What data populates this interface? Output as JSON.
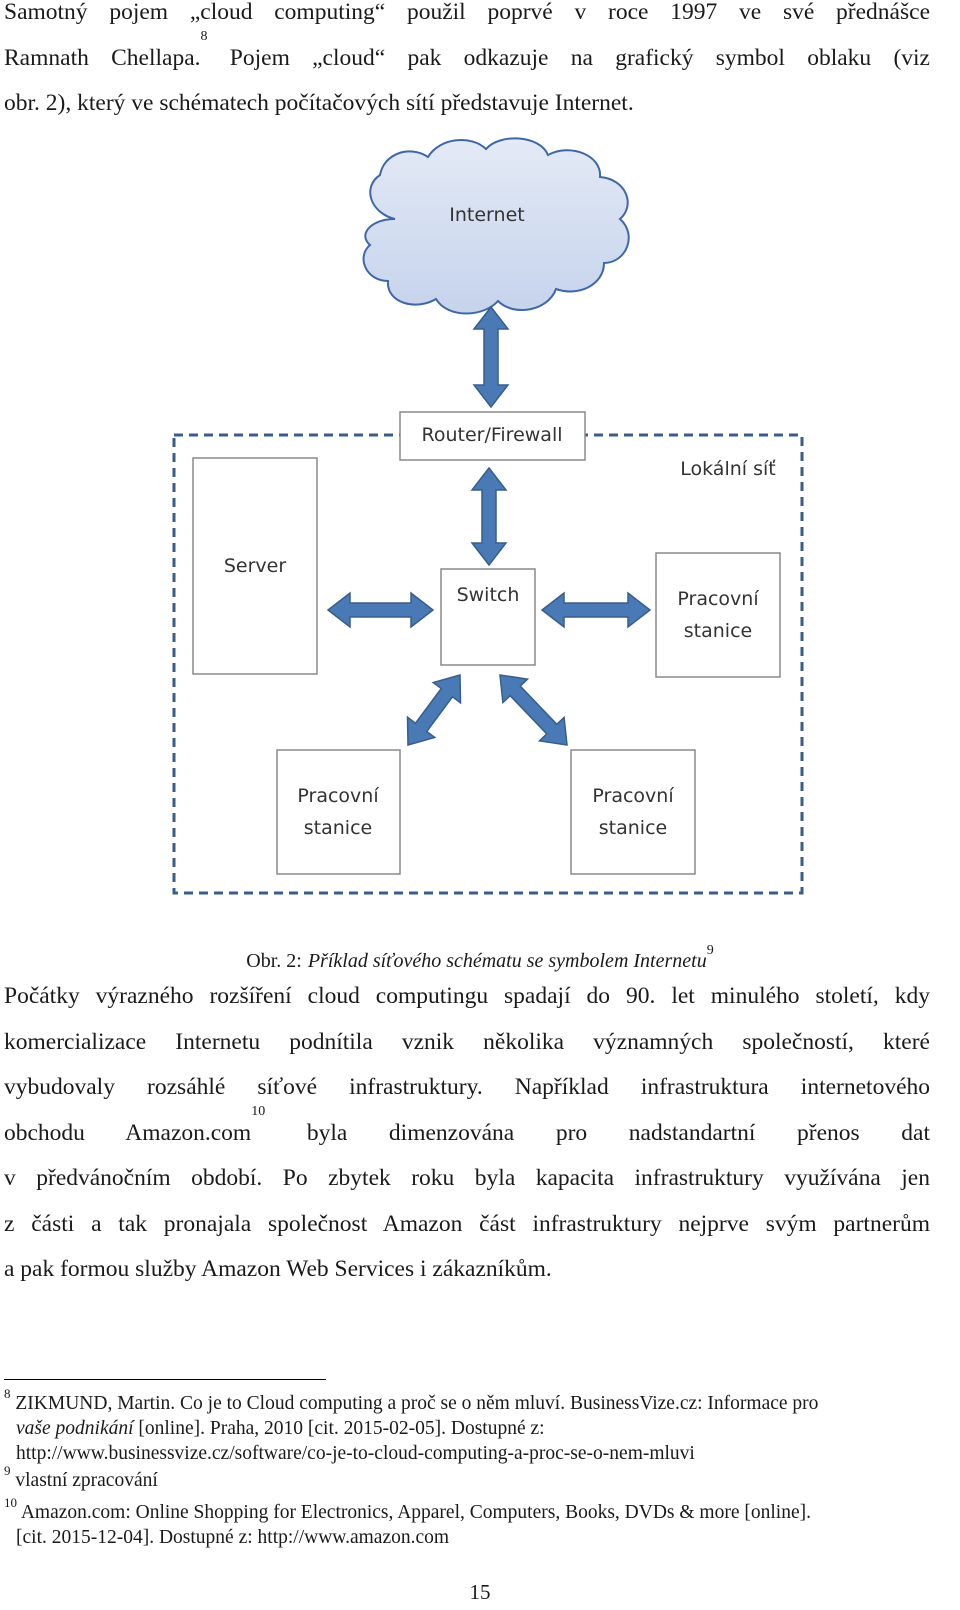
{
  "intro": {
    "lines": [
      "Samotný pojem „cloud computing“ použil poprvé v roce 1997 ve své přednášce",
      "Ramnath Chellapa.",
      "8",
      " Pojem „cloud“ pak odkazuje na grafický symbol oblaku (viz",
      "obr. 2), který ve schématech počítačových sítí představuje Internet."
    ]
  },
  "diagram": {
    "internet": "Internet",
    "router": "Router/Firewall",
    "lan": "Lokální síť",
    "server": "Server",
    "switch": "Switch",
    "ws_right": [
      "Pracovní",
      "stanice"
    ],
    "ws_bottom_left": [
      "Pracovní",
      "stanice"
    ],
    "ws_bottom_right": [
      "Pracovní",
      "stanice"
    ],
    "arrow_color": "#4a7ab5",
    "border_color": "#385d8a"
  },
  "caption": {
    "number": "Obr. 2:",
    "text": "Příklad síťového schématu se symbolem Internetu",
    "footnote_ref": "9"
  },
  "body": {
    "lines": [
      "Počátky výrazného rozšíření cloud computingu spadají do 90. let minulého století, kdy",
      "komercializace Internetu podnítila vznik několika významných společností, které",
      "vybudovaly rozsáhlé síťové infrastruktury. Například infrastruktura internetového",
      "obchodu Amazon.com",
      "10",
      " byla dimenzována pro nadstandartní přenos dat",
      "v předvánočním období. Po zbytek roku byla kapacita infrastruktury využívána jen",
      "z části a tak pronajala společnost Amazon část infrastruktury nejprve svým partnerům",
      "a pak formou služby Amazon Web Services i zákazníkům."
    ]
  },
  "footnotes": {
    "fn8": {
      "num": "8",
      "text1": "ZIKMUND, Martin. Co je to Cloud computing a proč se o něm mluví. BusinessVize.cz: Informace pro",
      "text2_italic": "vaše podnikání",
      "text2": " [online]. Praha, 2010 [cit. 2015-02-05]. Dostupné z:",
      "text3": "http://www.businessvize.cz/software/co-je-to-cloud-computing-a-proc-se-o-nem-mluvi"
    },
    "fn9": {
      "num": "9",
      "text": "vlastní zpracování"
    },
    "fn10": {
      "num": "10",
      "text1": "Amazon.com: Online Shopping for Electronics, Apparel, Computers, Books, DVDs & more [online].",
      "text2": "[cit. 2015-12-04]. Dostupné z: http://www.amazon.com"
    }
  },
  "page_number": "15"
}
